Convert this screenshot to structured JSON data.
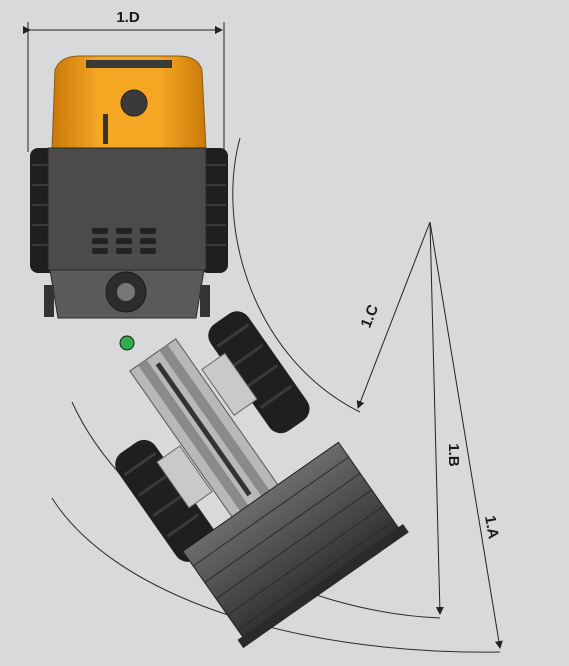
{
  "diagram": {
    "labels": {
      "width": "1.D",
      "inner_radius": "1.C",
      "middle_radius": "1.B",
      "outer_radius": "1.A"
    },
    "colors": {
      "background": "#d8d9da",
      "machine_body": "#f39c12",
      "frame": "#3d3d3d",
      "tire": "#1f1f1f",
      "bucket": "#4a4a4a",
      "dimension_line": "#222222"
    }
  }
}
